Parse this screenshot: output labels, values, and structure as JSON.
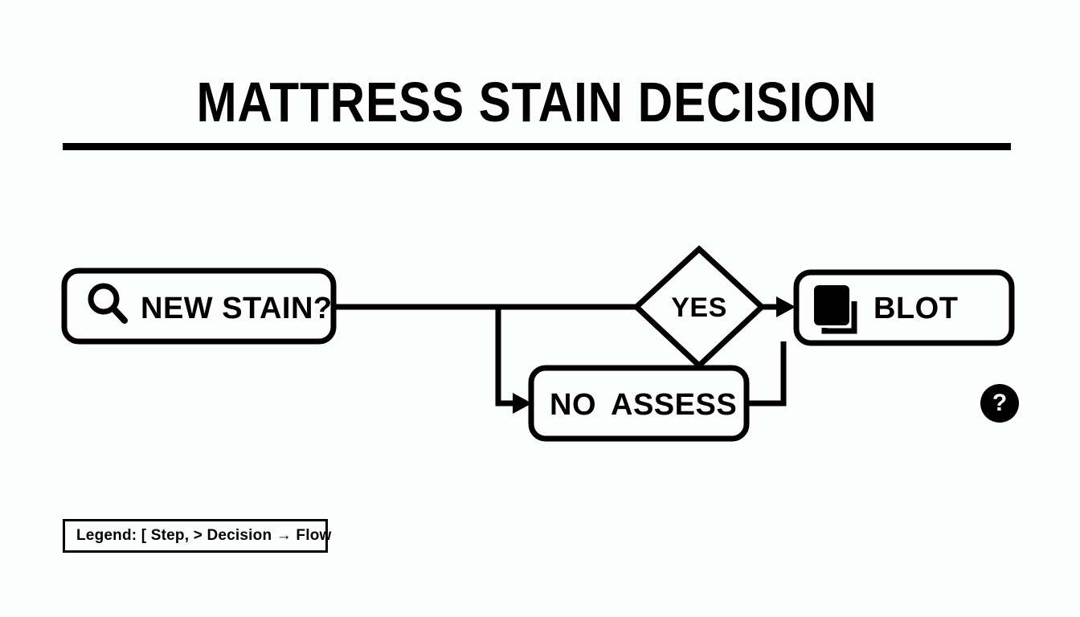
{
  "page": {
    "background_color": "#fcfdfd",
    "ink_color": "#000000"
  },
  "header": {
    "title": "MATTRESS STAIN DECISION"
  },
  "flow": {
    "nodes": [
      {
        "id": "new-stain",
        "type": "step",
        "label": "NEW STAIN?",
        "icon": "search-icon"
      },
      {
        "id": "yes-decision",
        "type": "decision",
        "label": "YES"
      },
      {
        "id": "blot",
        "type": "step",
        "label": "BLOT",
        "icon": "copy-icon"
      },
      {
        "id": "no-assess",
        "type": "step",
        "label_no": "NO",
        "label": "ASSESS"
      }
    ],
    "edges": [
      {
        "from": "new-stain",
        "to": "yes-decision",
        "kind": "flow"
      },
      {
        "from": "new-stain",
        "to": "no-assess",
        "kind": "flow"
      },
      {
        "from": "yes-decision",
        "to": "blot",
        "kind": "flow"
      },
      {
        "from": "blot",
        "to": "no-assess",
        "kind": "flow"
      }
    ]
  },
  "legend": {
    "text": "Legend: [ Step, > Decision → Flow"
  },
  "help": {
    "glyph": "?"
  }
}
